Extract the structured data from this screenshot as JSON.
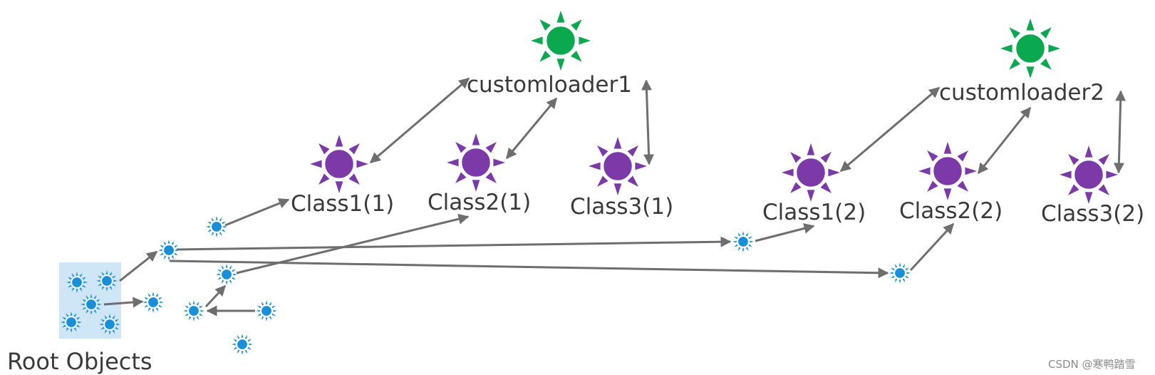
{
  "colors": {
    "loader": "#0aa84f",
    "cls": "#7b3aa8",
    "obj": "#1a8fd9",
    "arrow": "#6e6e6e",
    "root_bg": "#cfe6f7"
  },
  "icons": {
    "loader": "sun-icon",
    "cls": "sun-icon",
    "obj": "sun-icon"
  },
  "loaders": [
    {
      "id": "customloader1",
      "label": "customloader1"
    },
    {
      "id": "customloader2",
      "label": "customloader2"
    }
  ],
  "classes": [
    {
      "id": "class1-1",
      "label": "Class1(1)"
    },
    {
      "id": "class2-1",
      "label": "Class2(1)"
    },
    {
      "id": "class3-1",
      "label": "Class3(1)"
    },
    {
      "id": "class1-2",
      "label": "Class1(2)"
    },
    {
      "id": "class2-2",
      "label": "Class2(2)"
    },
    {
      "id": "class3-2",
      "label": "Class3(2)"
    }
  ],
  "root_objects": {
    "label": "Root Objects"
  },
  "watermark": "CSDN @寒鸭踏雪"
}
